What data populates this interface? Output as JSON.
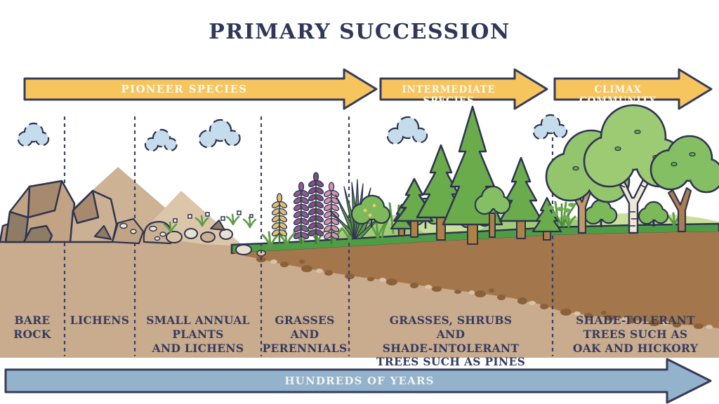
{
  "title": "PRIMARY SUCCESSION",
  "phase_arrows": [
    {
      "label": "PIONEER SPECIES"
    },
    {
      "label": "INTERMEDIATE SPECIES"
    },
    {
      "label": "CLIMAX COMMUNITY"
    }
  ],
  "stages": [
    {
      "label": "BARE\nROCK"
    },
    {
      "label": "LICHENS"
    },
    {
      "label": "SMALL ANNUAL\nPLANTS\nAND LICHENS"
    },
    {
      "label": "GRASSES AND\nPERENNIALS"
    },
    {
      "label": "GRASSES, SHRUBS AND\nSHADE-INTOLERANT\nTREES SUCH AS PINES"
    },
    {
      "label": "SHADE-TOLERANT\nTREES SUCH AS\nOAK AND HICKORY"
    }
  ],
  "timeline": {
    "label": "HUNDREDS OF YEARS"
  },
  "colors": {
    "title_navy": "#2f3859",
    "outline_navy": "#2e3450",
    "arrow_yellow": "#f7c55e",
    "timeline_blue": "#93b3cd",
    "label_text": "#343b60",
    "band_tan": "#c9ab8d",
    "soil_brown": "#a3764b",
    "grass_green": "#4e9d44",
    "foliage_green": "#7cb959",
    "cloud_blue": "#c5dcec",
    "text_white": "#fdf8ee"
  }
}
